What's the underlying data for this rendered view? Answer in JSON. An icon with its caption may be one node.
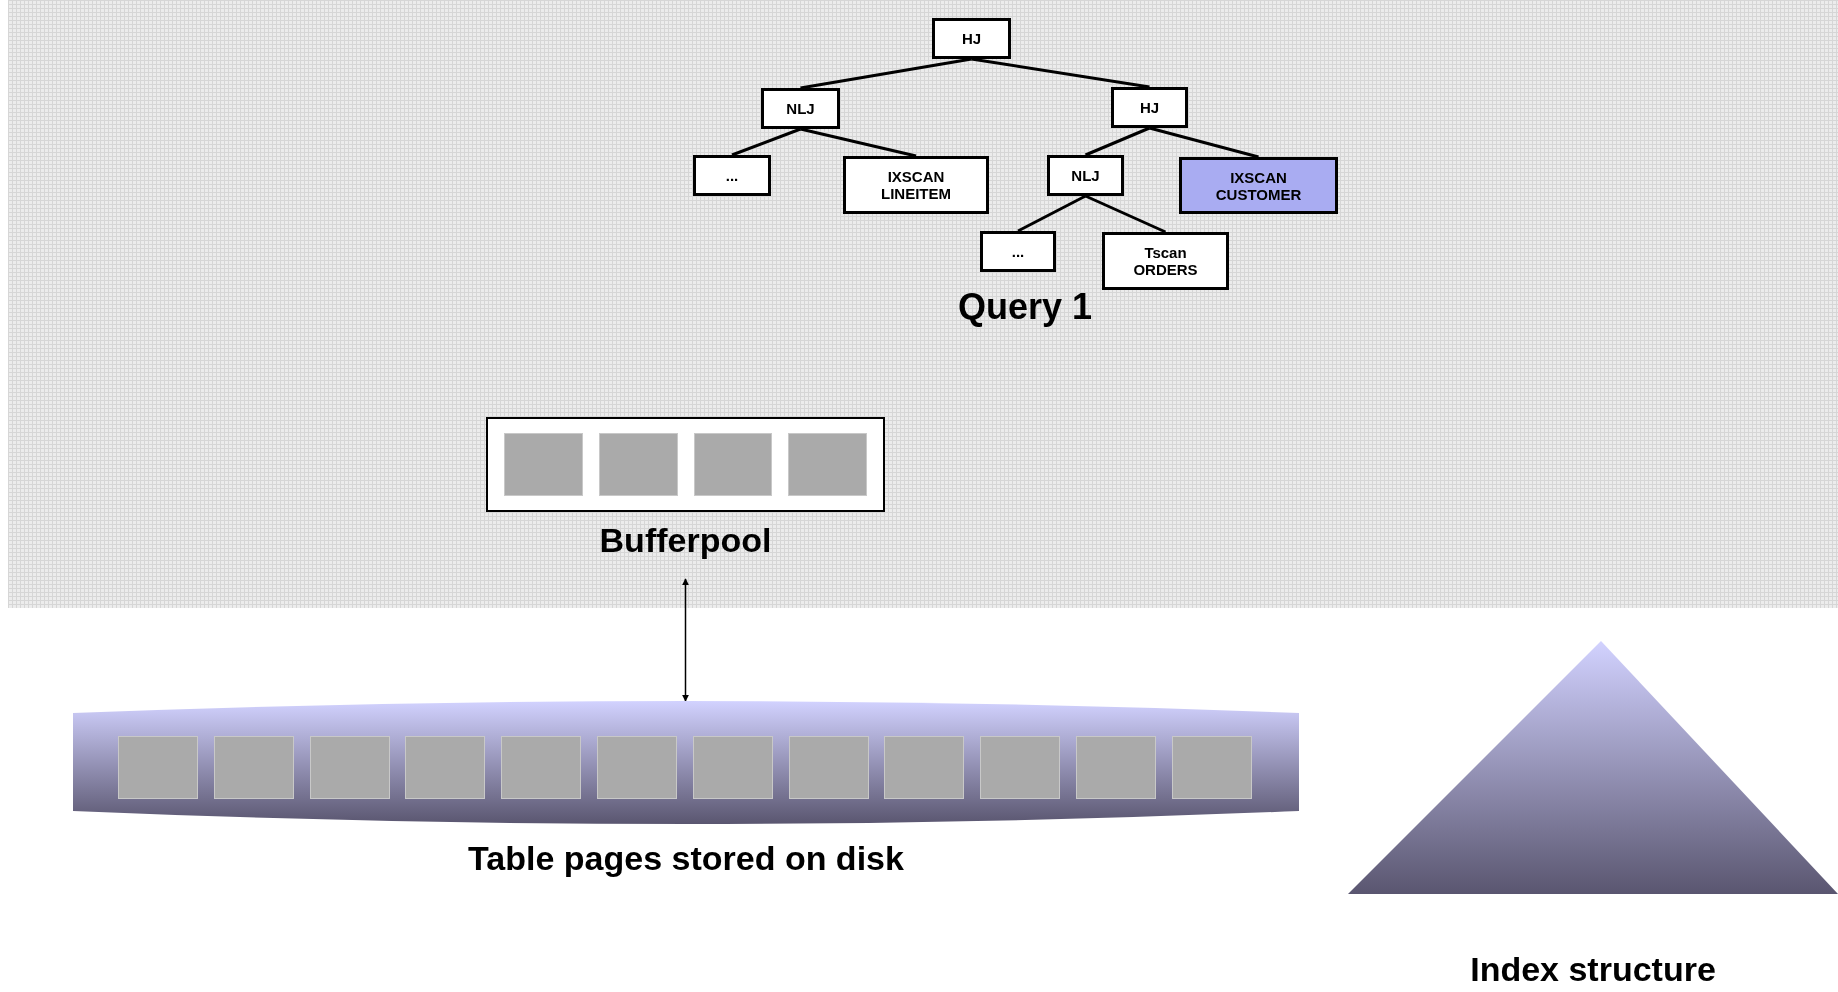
{
  "diagram": {
    "nodes": [
      {
        "text": [
          "HJ"
        ]
      },
      {
        "text": [
          "NLJ"
        ]
      },
      {
        "text": [
          "HJ"
        ]
      },
      {
        "text": [
          "..."
        ]
      },
      {
        "text": [
          "IXSCAN LINEITEM"
        ]
      },
      {
        "text": [
          "NLJ"
        ]
      },
      {
        "text": [
          "IXSCAN CUSTOMER"
        ]
      },
      {
        "text": [
          "..."
        ]
      },
      {
        "text": [
          "Tscan ORDERS"
        ]
      },
      {
        "text": [
          "Bufferpool"
        ]
      },
      {
        "text": [
          "Table pages stored on disk"
        ]
      },
      {
        "text": [
          "Index structure"
        ]
      }
    ],
    "edges": [
      {
        "from": 0,
        "to": 1,
        "arrow": "none"
      },
      {
        "from": 0,
        "to": 2,
        "arrow": "none"
      },
      {
        "from": 1,
        "to": 3,
        "arrow": "none"
      },
      {
        "from": 1,
        "to": 4,
        "arrow": "none"
      },
      {
        "from": 2,
        "to": 5,
        "arrow": "none"
      },
      {
        "from": 2,
        "to": 6,
        "arrow": "none"
      },
      {
        "from": 5,
        "to": 7,
        "arrow": "none"
      },
      {
        "from": 5,
        "to": 8,
        "arrow": "none"
      },
      {
        "from": 9,
        "to": 10,
        "arrow": "both"
      }
    ],
    "labels": [
      "Query 1"
    ]
  }
}
